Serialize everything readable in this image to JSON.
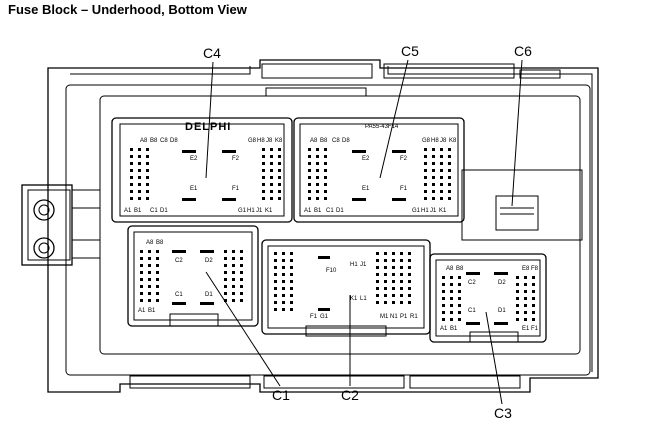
{
  "title": "Fuse Block – Underhood, Bottom View",
  "brand": "DELPHI",
  "part_number": "PA55-43F14",
  "connectors": {
    "c1": "C1",
    "c2": "C2",
    "c3": "C3",
    "c4": "C4",
    "c5": "C5",
    "c6": "C6"
  },
  "pins": {
    "c4": [
      "E2",
      "F2",
      "E1",
      "F1",
      "A8",
      "B8",
      "A1",
      "B1",
      "G8",
      "H8",
      "J8",
      "K8",
      "G1",
      "H1",
      "J1",
      "K1",
      "C8",
      "D8",
      "C1",
      "D1"
    ],
    "c5": [
      "E2",
      "F2",
      "E1",
      "F1",
      "A8",
      "B8",
      "A1",
      "B1",
      "G8",
      "H8",
      "J8",
      "K8",
      "G1",
      "H1",
      "J1",
      "K1",
      "C8",
      "D8",
      "C1",
      "D1"
    ],
    "c1": [
      "C2",
      "D2",
      "C1",
      "D1",
      "A8",
      "B8",
      "A1",
      "B1"
    ],
    "c2": [
      "F10",
      "H1",
      "J1",
      "K1",
      "L1",
      "M1",
      "N1",
      "P1",
      "R1",
      "F1",
      "G1"
    ],
    "c3": [
      "C2",
      "D2",
      "C1",
      "D1",
      "A8",
      "B8",
      "A1",
      "B1",
      "E8",
      "F8",
      "E1",
      "F1"
    ]
  }
}
